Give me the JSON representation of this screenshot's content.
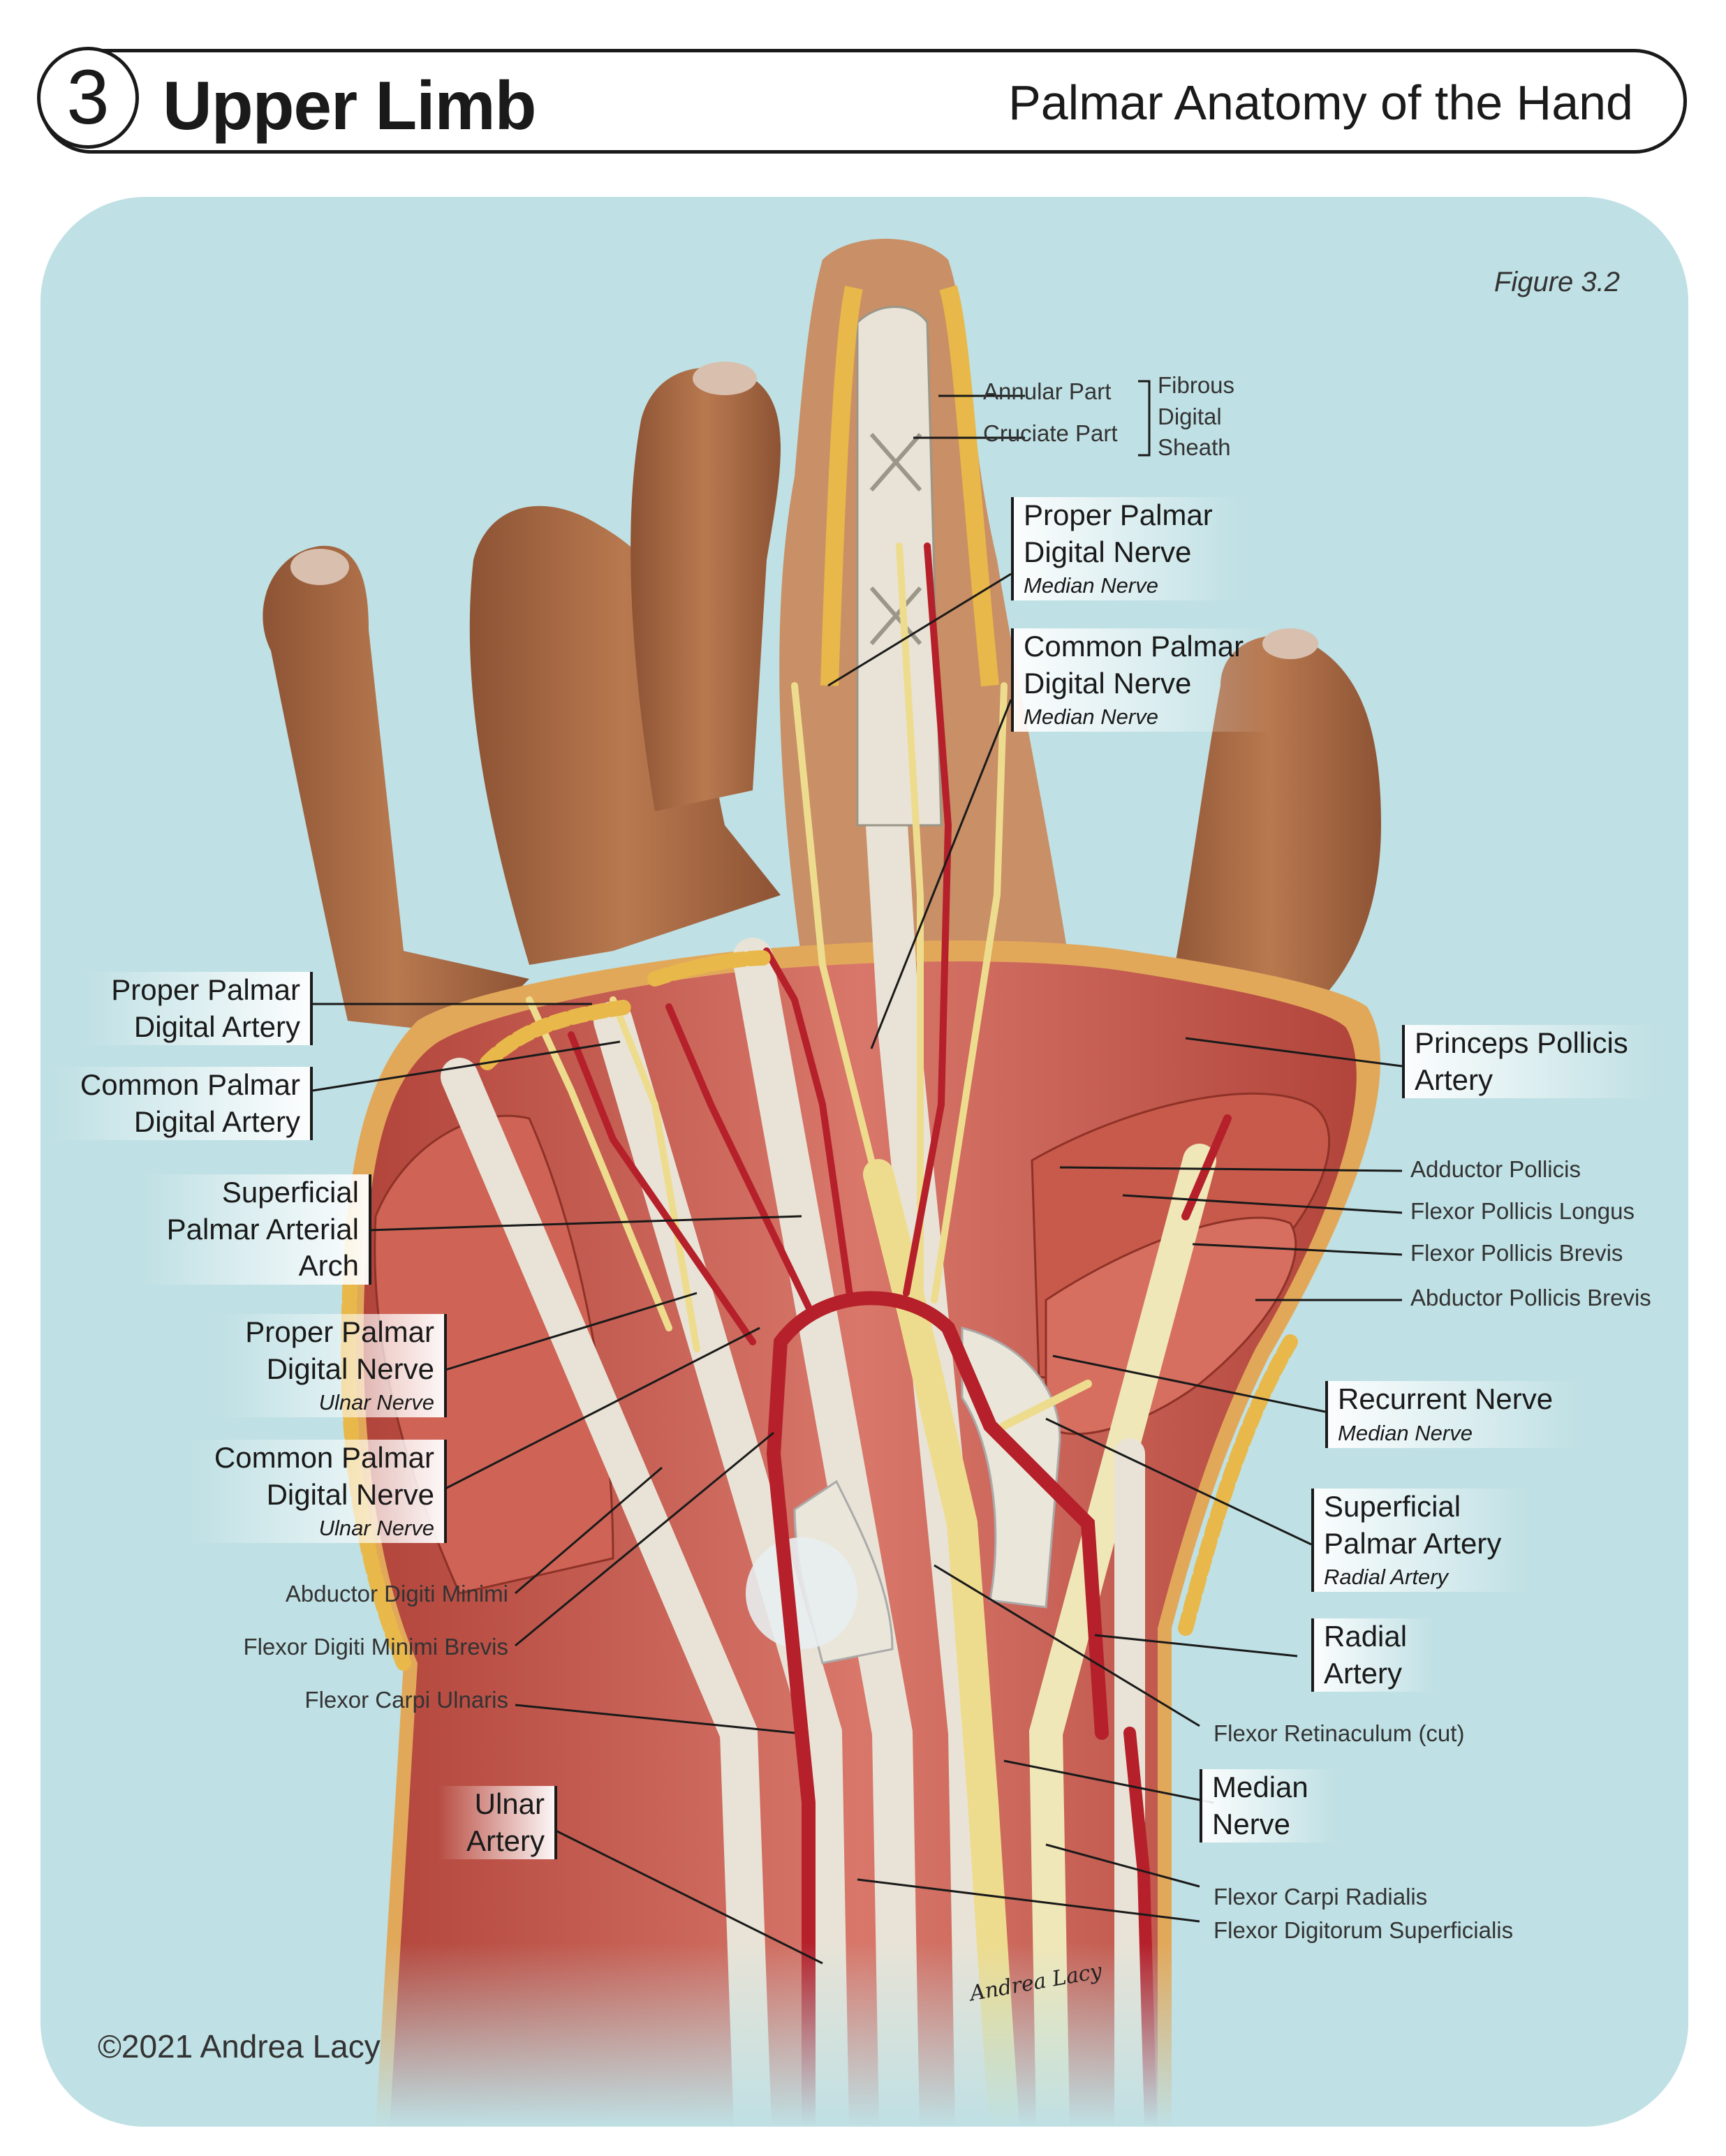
{
  "header": {
    "chapter_number": "3",
    "title": "Upper Limb",
    "subtitle": "Palmar Anatomy of the Hand"
  },
  "figure_number": "Figure 3.2",
  "copyright": "©2021 Andrea Lacy",
  "signature": "Andrea Lacy",
  "labels": {
    "annular_part": "Annular Part",
    "cruciate_part": "Cruciate Part",
    "fibrous_digital_sheath": [
      "Fibrous",
      "Digital",
      "Sheath"
    ],
    "proper_palmar_digital_nerve_median": {
      "lines": [
        "Proper Palmar",
        "Digital Nerve"
      ],
      "sub": "Median Nerve"
    },
    "common_palmar_digital_nerve_median": {
      "lines": [
        "Common Palmar",
        "Digital Nerve"
      ],
      "sub": "Median Nerve"
    },
    "princeps_pollicis_artery": {
      "lines": [
        "Princeps Pollicis",
        "Artery"
      ]
    },
    "adductor_pollicis": "Adductor Pollicis",
    "flexor_pollicis_longus": "Flexor Pollicis Longus",
    "flexor_pollicis_brevis": "Flexor Pollicis Brevis",
    "abductor_pollicis_brevis": "Abductor Pollicis Brevis",
    "recurrent_nerve": {
      "lines": [
        "Recurrent Nerve"
      ],
      "sub": "Median Nerve"
    },
    "superficial_palmar_artery": {
      "lines": [
        "Superficial",
        "Palmar Artery"
      ],
      "sub": "Radial Artery"
    },
    "radial_artery": {
      "lines": [
        "Radial",
        "Artery"
      ]
    },
    "flexor_retinaculum": "Flexor Retinaculum (cut)",
    "median_nerve": {
      "lines": [
        "Median",
        "Nerve"
      ]
    },
    "flexor_carpi_radialis": "Flexor Carpi Radialis",
    "flexor_digitorum_superficialis": "Flexor Digitorum Superficialis",
    "proper_palmar_digital_artery": {
      "lines": [
        "Proper Palmar",
        "Digital Artery"
      ]
    },
    "common_palmar_digital_artery": {
      "lines": [
        "Common Palmar",
        "Digital Artery"
      ]
    },
    "superficial_palmar_arterial_arch": {
      "lines": [
        "Superficial",
        "Palmar Arterial",
        "Arch"
      ]
    },
    "proper_palmar_digital_nerve_ulnar": {
      "lines": [
        "Proper Palmar",
        "Digital Nerve"
      ],
      "sub": "Ulnar Nerve"
    },
    "common_palmar_digital_nerve_ulnar": {
      "lines": [
        "Common Palmar",
        "Digital Nerve"
      ],
      "sub": "Ulnar Nerve"
    },
    "abductor_digiti_minimi": "Abductor Digiti Minimi",
    "flexor_digiti_minimi_brevis": "Flexor Digiti Minimi Brevis",
    "flexor_carpi_ulnaris": "Flexor Carpi Ulnaris",
    "ulnar_artery": {
      "lines": [
        "Ulnar",
        "Artery"
      ]
    }
  },
  "colors": {
    "background_panel": "#bfe0e4",
    "skin": "#a86a45",
    "muscle": "#c9584c",
    "tendon": "#e6e1d4",
    "artery": "#b5202a",
    "nerve": "#eedc8e",
    "fat": "#e8b84a"
  }
}
